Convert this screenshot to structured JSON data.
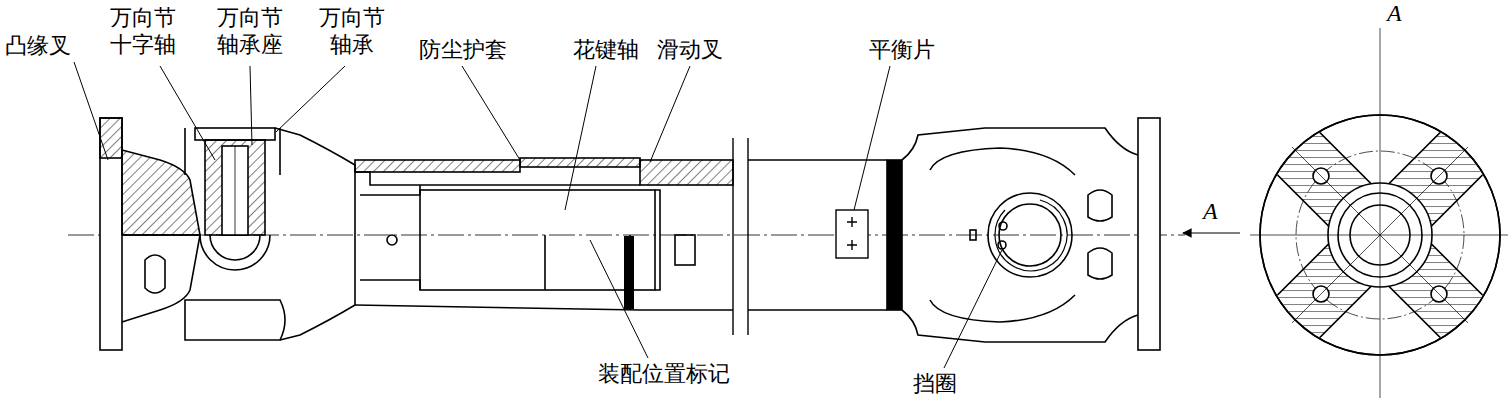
{
  "diagram": {
    "labels": [
      "凸缘叉",
      "万向节 十字轴",
      "万向节 轴承座",
      "万向节 轴承",
      "防尘护套",
      "花键轴",
      "滑动叉",
      "平衡片",
      "装配位置标记",
      "挡圈",
      "A",
      "A"
    ]
  }
}
